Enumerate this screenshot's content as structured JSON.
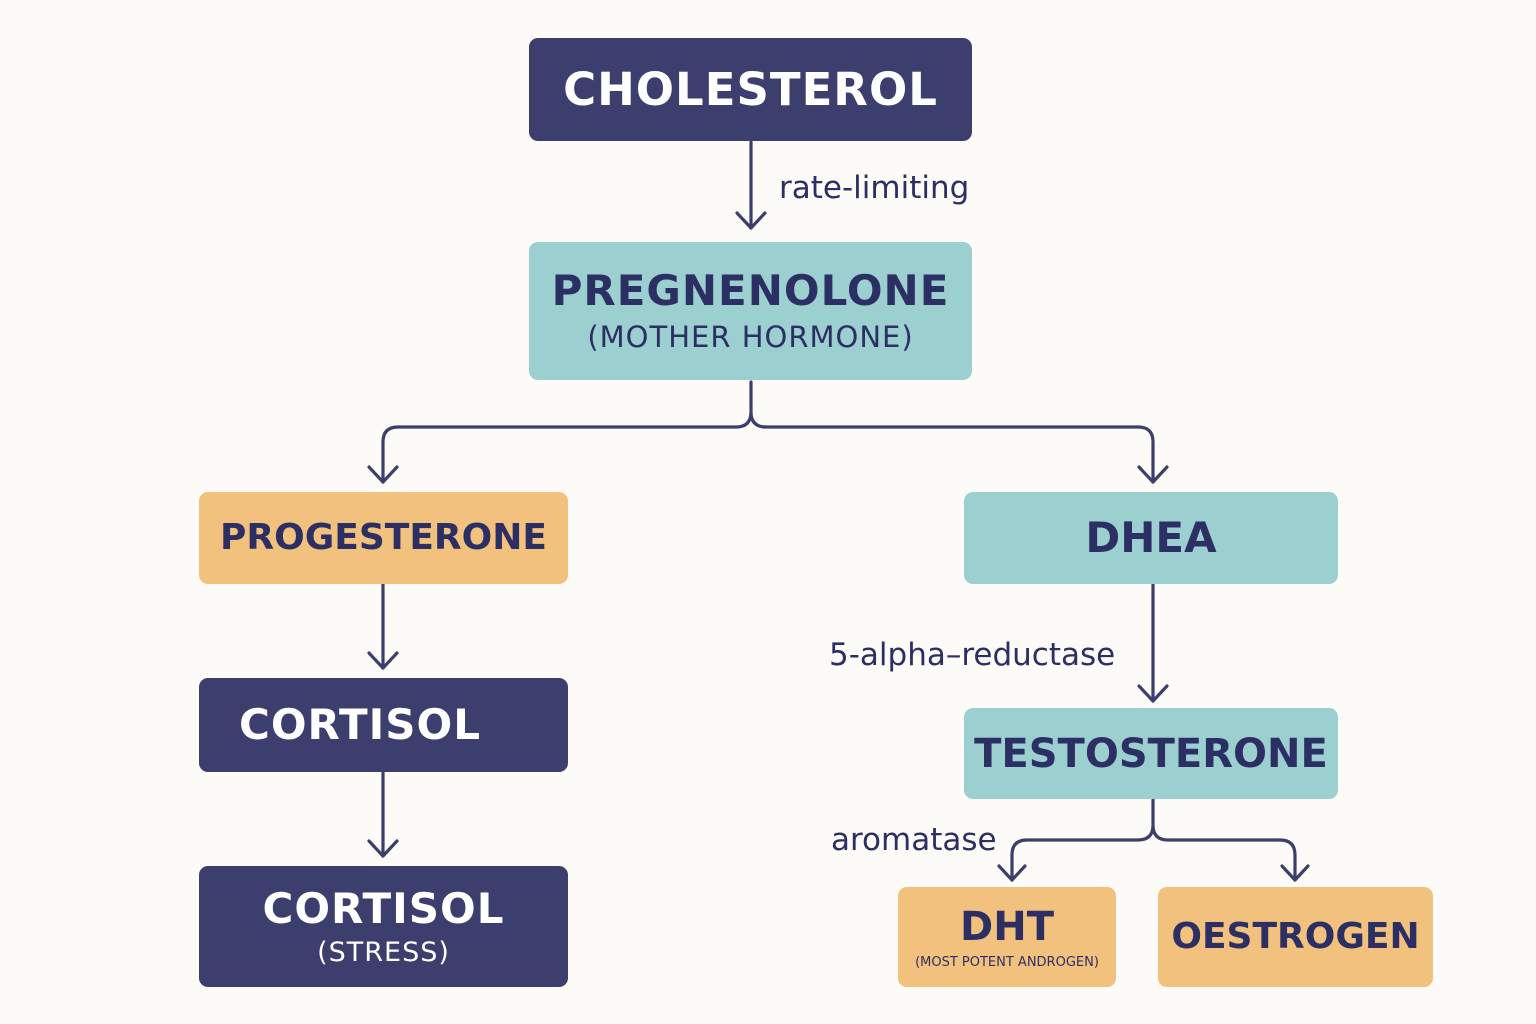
{
  "colors": {
    "background": "#fcfbf7",
    "dark_node": "#3c3f6e",
    "teal_node": "#9ccfcf",
    "orange_node": "#f3c17e",
    "text_dark": "#2c2f63",
    "text_light": "#ffffff",
    "connector": "#3c3f6e"
  },
  "nodes": {
    "cholesterol": {
      "label": "CHOLESTEROL"
    },
    "pregnenolone": {
      "label": "PREGNENOLONE",
      "sub": "(MOTHER HORMONE)"
    },
    "progesterone": {
      "label": "PROGESTERONE"
    },
    "dhea": {
      "label": "DHEA"
    },
    "cortisol": {
      "label": "CORTISOL"
    },
    "testosterone": {
      "label": "TESTOSTERONE"
    },
    "cortisol_stress": {
      "label": "CORTISOL",
      "sub": "(STRESS)"
    },
    "dht": {
      "label": "DHT",
      "sub": "(MOST POTENT ANDROGEN)"
    },
    "oestrogen": {
      "label": "OESTROGEN"
    }
  },
  "edge_labels": {
    "rate_limiting": "rate-limiting",
    "five_alpha_reductase": "5-alpha–reductase",
    "aromatase": "aromatase"
  }
}
